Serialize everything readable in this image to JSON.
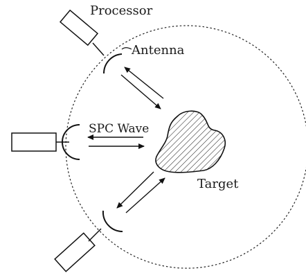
{
  "labels": {
    "processor": "Processor",
    "antenna": "Antenna",
    "wave": "SPC Wave",
    "target": "Target"
  }
}
